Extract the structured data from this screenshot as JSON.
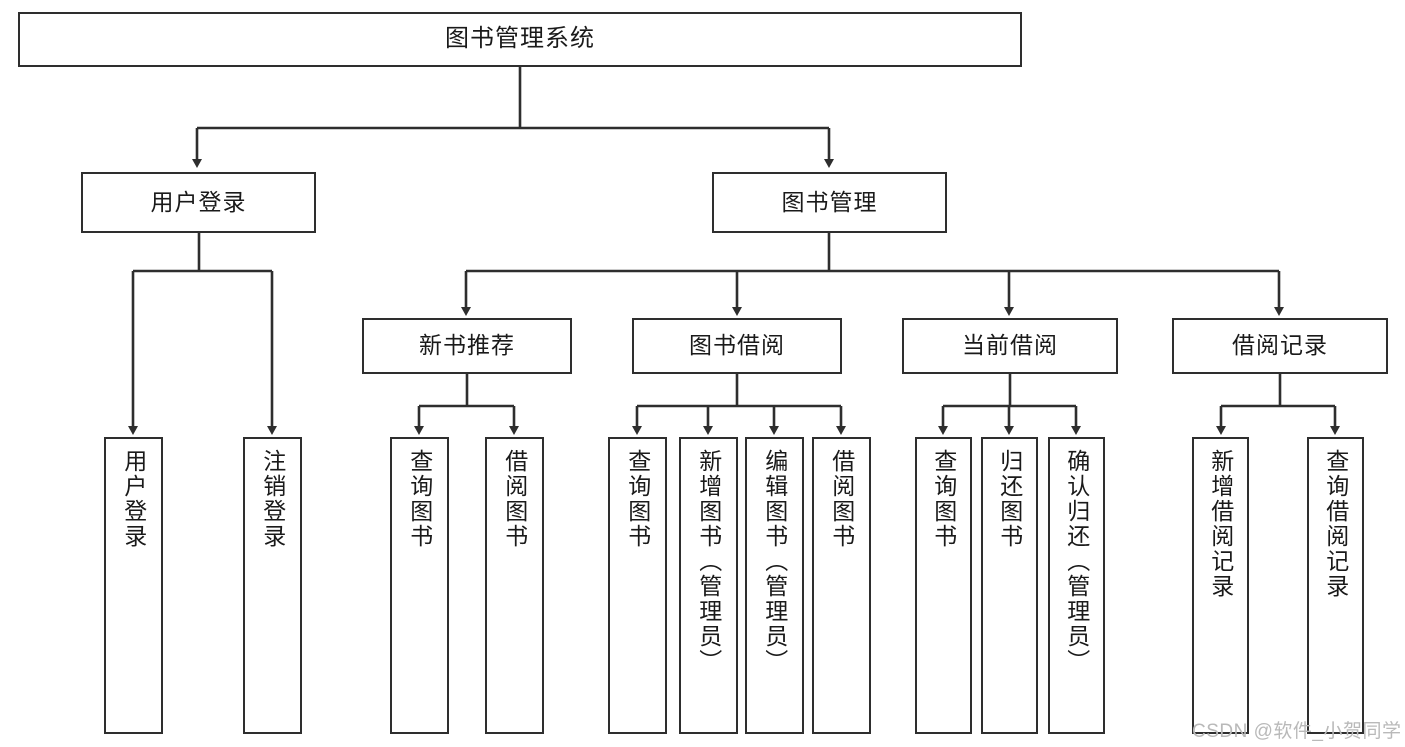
{
  "diagram": {
    "title": "图书管理系统",
    "watermark": "CSDN @软件_小贺同学",
    "line_color": "#2e2e2e",
    "box_border_color": "#2e2e2e",
    "background": "#ffffff",
    "text_color": "#1a1a1a",
    "watermark_color": "#b9b9b9"
  },
  "nodes": {
    "root": {
      "label": "图书管理系统"
    },
    "level2": [
      {
        "label": "用户登录"
      },
      {
        "label": "图书管理"
      }
    ],
    "level3": [
      {
        "label": "新书推荐"
      },
      {
        "label": "图书借阅"
      },
      {
        "label": "当前借阅"
      },
      {
        "label": "借阅记录"
      }
    ],
    "leaves": {
      "user_login": [
        {
          "label": "用户登录"
        },
        {
          "label": "注销登录"
        }
      ],
      "new_book_recommend": [
        {
          "label": "查询图书"
        },
        {
          "label": "借阅图书"
        }
      ],
      "book_borrow": [
        {
          "label": "查询图书"
        },
        {
          "label": "新增图书（管理员）"
        },
        {
          "label": "编辑图书（管理员）"
        },
        {
          "label": "借阅图书"
        }
      ],
      "current_borrow": [
        {
          "label": "查询图书"
        },
        {
          "label": "归还图书"
        },
        {
          "label": "确认归还（管理员）"
        }
      ],
      "borrow_record": [
        {
          "label": "新增借阅记录"
        },
        {
          "label": "查询借阅记录"
        }
      ]
    }
  }
}
